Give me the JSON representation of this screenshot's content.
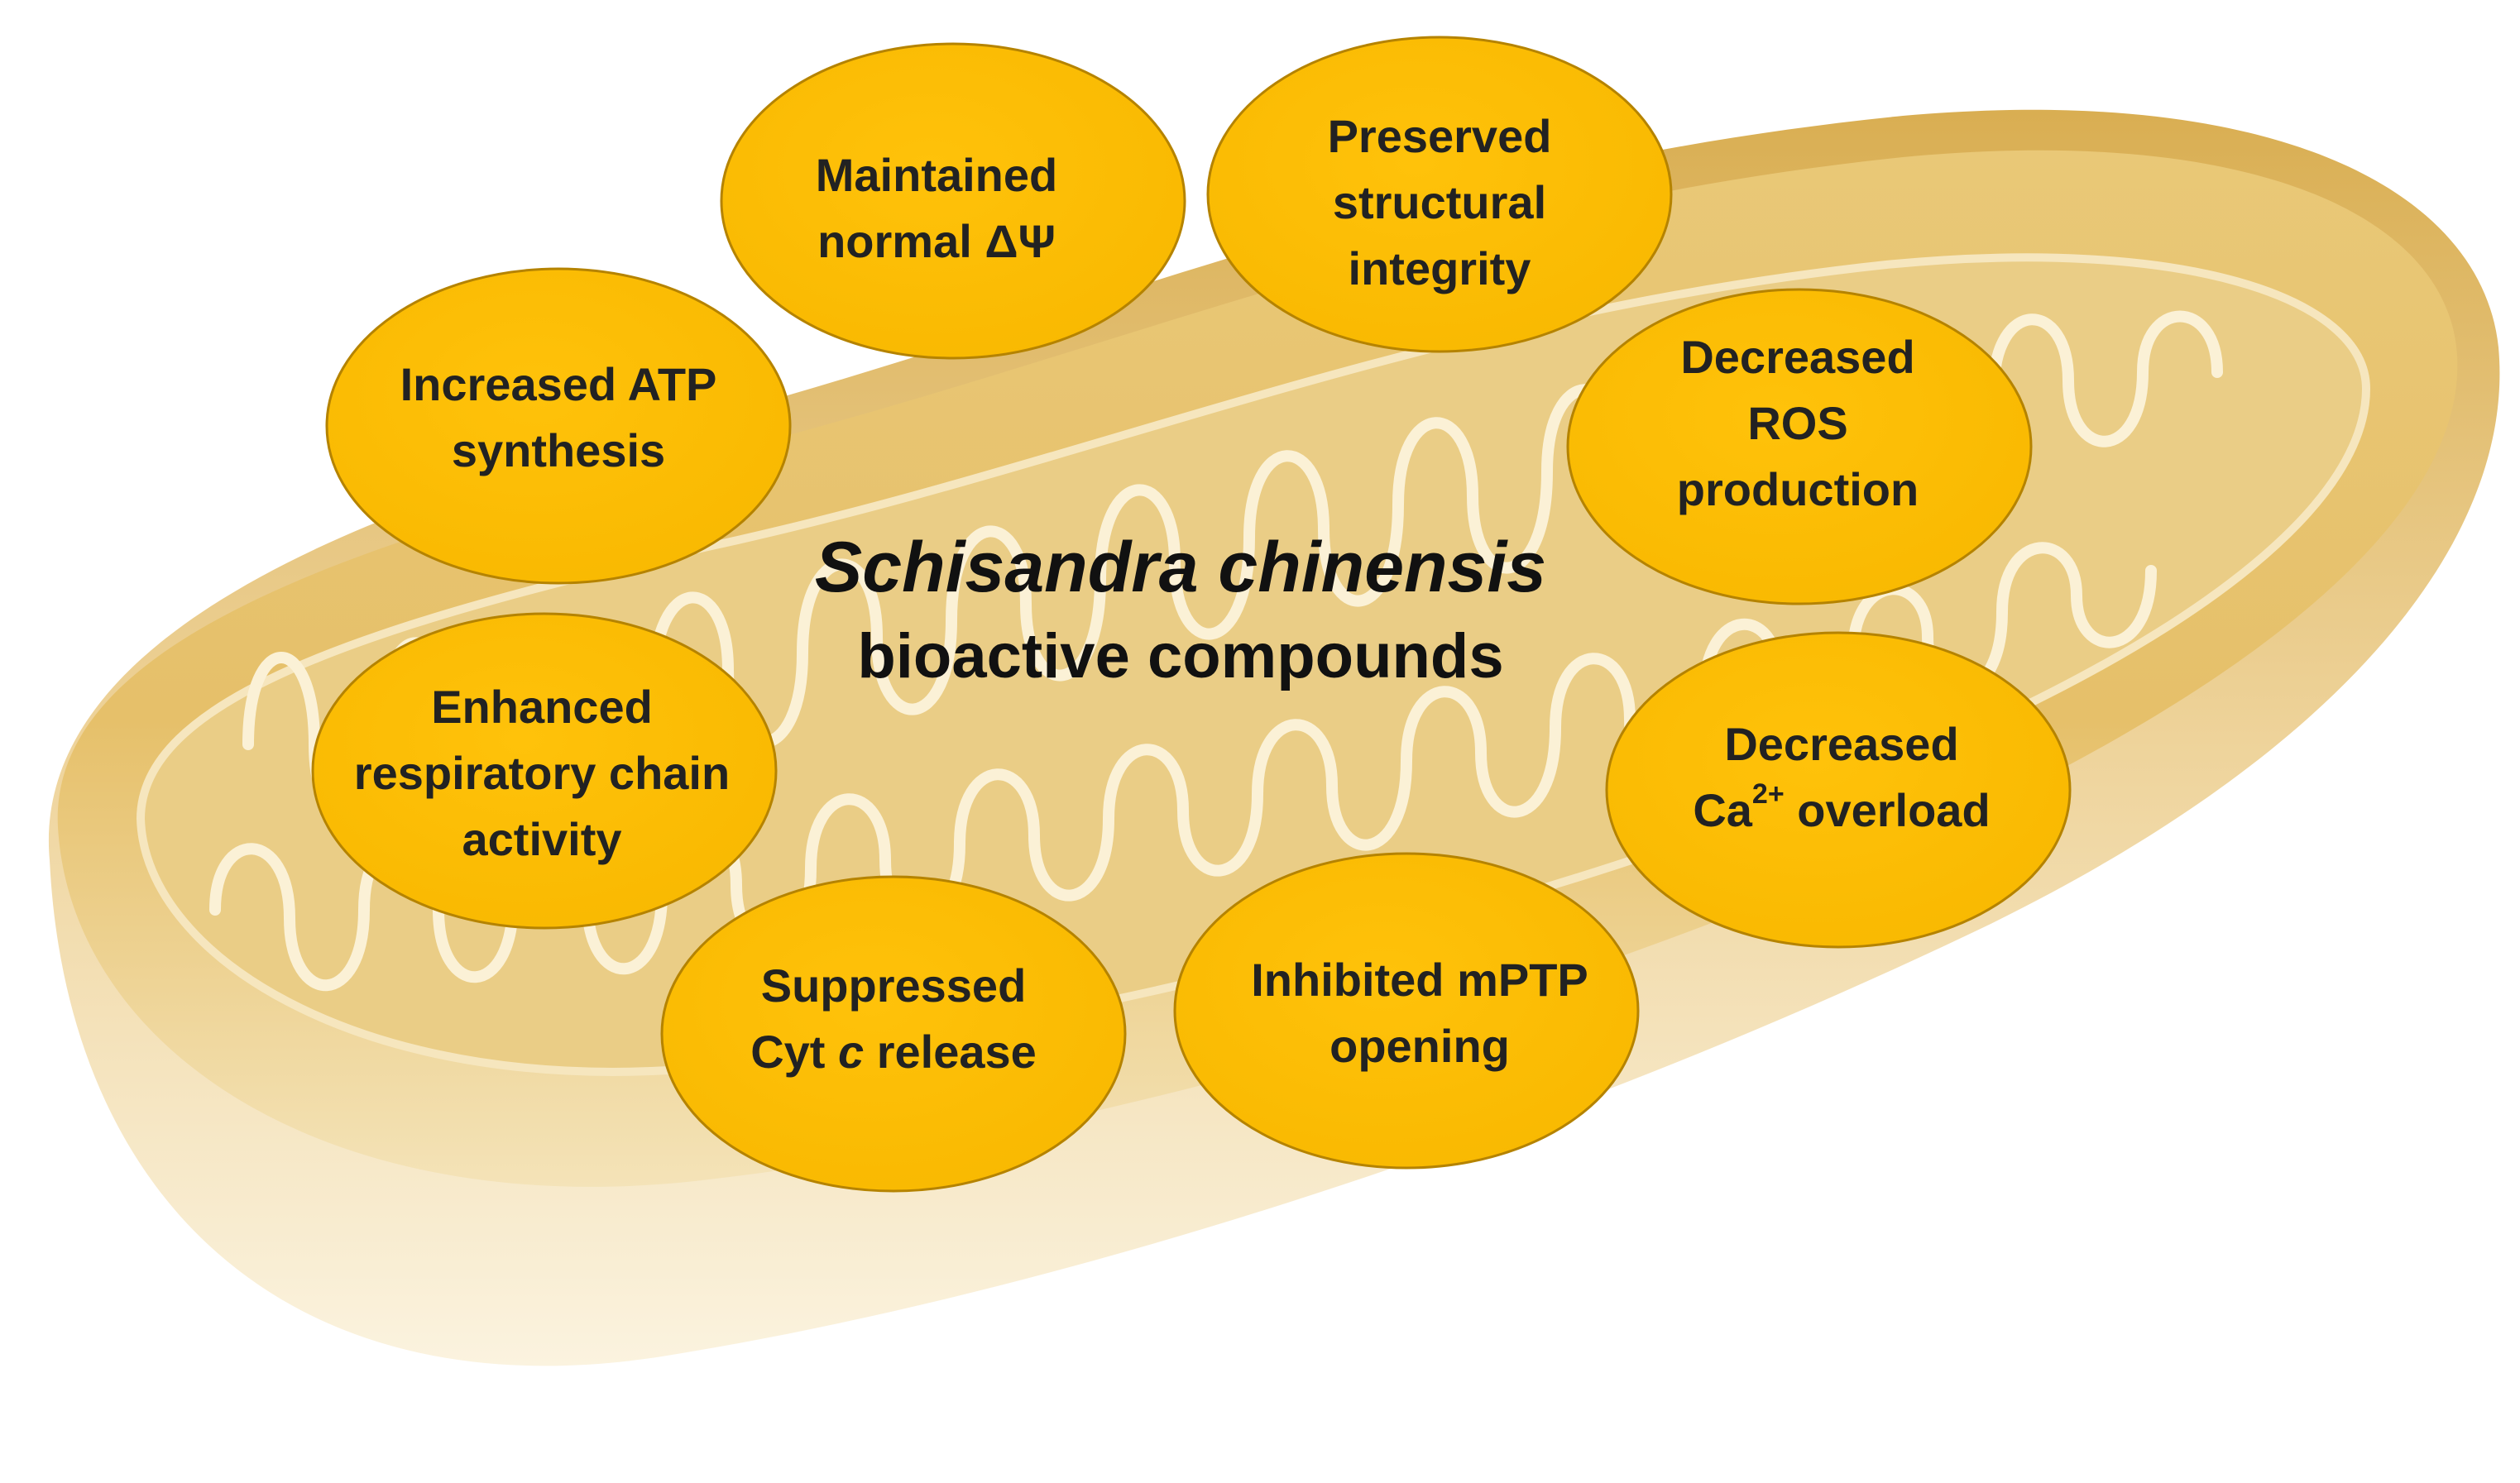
{
  "diagram": {
    "title_line1": "Schisandra chinensis",
    "title_line2": "bioactive compounds",
    "colors": {
      "bubble_fill": "#FFBE00",
      "bubble_stroke": "#B58300",
      "organelle_body": "#E7C36E",
      "organelle_shadow": "#C9A040",
      "matrix": "#F0D9A0",
      "cristae_line": "#FBF1D6",
      "text": "#222222"
    },
    "effects": [
      {
        "id": "atp",
        "lines": [
          "Increased ATP",
          "synthesis"
        ]
      },
      {
        "id": "dpsi",
        "lines": [
          "Maintained",
          "normal ΔΨ"
        ]
      },
      {
        "id": "struct",
        "lines": [
          "Preserved",
          "structural",
          "integrity"
        ]
      },
      {
        "id": "ros",
        "lines": [
          "Decreased",
          "ROS",
          "production"
        ]
      },
      {
        "id": "ca",
        "lines": [
          "Decreased",
          "Ca"
        ],
        "ca_sup": "2+",
        "ca_rest": " overload"
      },
      {
        "id": "mptp",
        "lines": [
          "Inhibited mPTP",
          "opening"
        ]
      },
      {
        "id": "cytc",
        "lines": [
          "Suppressed",
          "Cyt "
        ],
        "cyt_italic": "c",
        "cyt_rest": " release"
      },
      {
        "id": "resp",
        "lines": [
          "Enhanced",
          "respiratory chain",
          "activity"
        ]
      }
    ]
  }
}
